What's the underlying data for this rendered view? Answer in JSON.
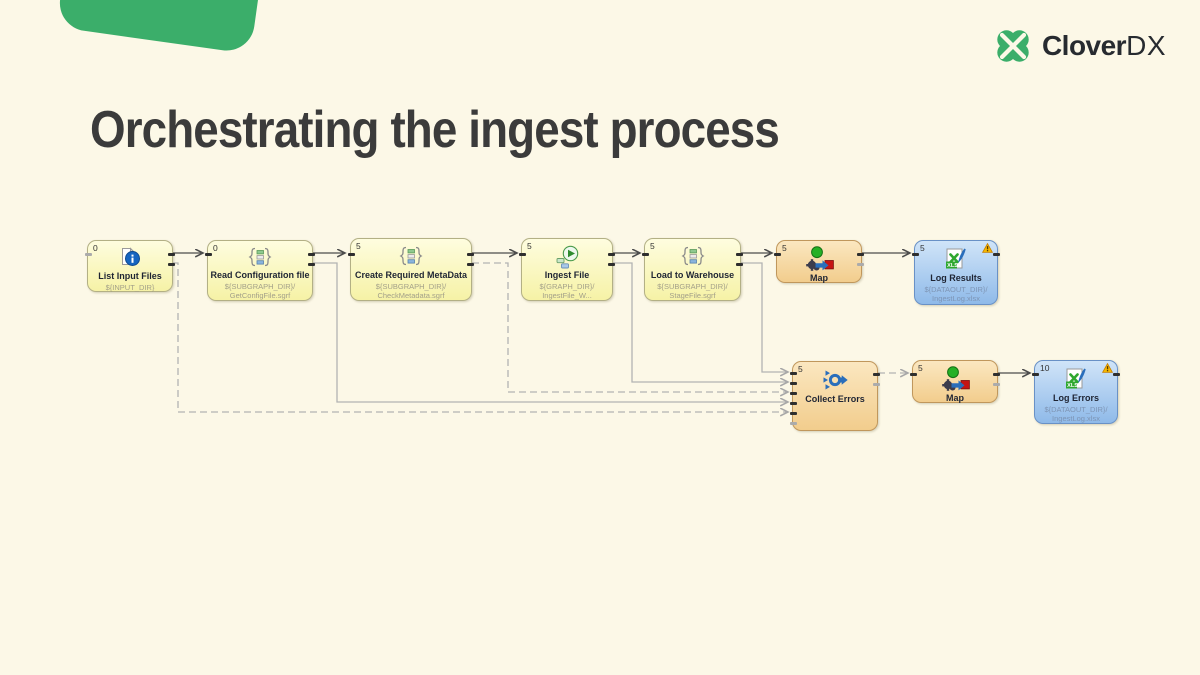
{
  "slide": {
    "title": "Orchestrating the ingest process"
  },
  "brand": {
    "name_bold": "Clover",
    "name_light": "DX"
  },
  "colors": {
    "background": "#FCF8E7",
    "accent_green": "#3BAE6A",
    "node_yellow": "#F6F2A6",
    "node_orange": "#F2CD8D",
    "node_blue": "#8FBAE9",
    "edge_dark": "#4D4D4D",
    "edge_light": "#B3B3B3",
    "title_text": "#3B3B3B"
  },
  "diagram": {
    "nodes": [
      {
        "id": "list-input-files",
        "badge": "0",
        "label": "List Input Files",
        "path_lines": [
          "${INPUT_DIR}"
        ],
        "icon": "file-info-icon",
        "type": "yellow",
        "warning": false
      },
      {
        "id": "read-configuration-file",
        "badge": "0",
        "label": "Read Configuration file",
        "path_lines": [
          "${SUBGRAPH_DIR}/",
          "GetConfigFile.sgrf"
        ],
        "icon": "subgraph-icon",
        "type": "yellow",
        "warning": false
      },
      {
        "id": "create-required-metadata",
        "badge": "5",
        "label": "Create Required MetaData",
        "path_lines": [
          "${SUBGRAPH_DIR}/",
          "CheckMetadata.sgrf"
        ],
        "icon": "subgraph-icon",
        "type": "yellow",
        "warning": false
      },
      {
        "id": "ingest-file",
        "badge": "5",
        "label": "Ingest File",
        "path_lines": [
          "${GRAPH_DIR}/",
          "IngestFile_W..."
        ],
        "icon": "run-graph-icon",
        "type": "yellow",
        "warning": false
      },
      {
        "id": "load-to-warehouse",
        "badge": "5",
        "label": "Load to Warehouse",
        "path_lines": [
          "${SUBGRAPH_DIR}/",
          "StageFile.sgrf"
        ],
        "icon": "subgraph-icon",
        "type": "yellow",
        "warning": false
      },
      {
        "id": "map-results",
        "badge": "5",
        "label": "Map",
        "path_lines": [],
        "icon": "reformat-icon",
        "type": "orange",
        "warning": false
      },
      {
        "id": "log-results",
        "badge": "5",
        "label": "Log Results",
        "path_lines": [
          "${DATAOUT_DIR}/",
          "IngestLog.xlsx"
        ],
        "icon": "xls-writer-icon",
        "type": "blue",
        "warning": true
      },
      {
        "id": "collect-errors",
        "badge": "5",
        "label": "Collect Errors",
        "path_lines": [],
        "icon": "gather-icon",
        "type": "orange",
        "warning": false
      },
      {
        "id": "map-errors",
        "badge": "5",
        "label": "Map",
        "path_lines": [],
        "icon": "reformat-icon",
        "type": "orange",
        "warning": false
      },
      {
        "id": "log-errors",
        "badge": "10",
        "label": "Log Errors",
        "path_lines": [
          "${DATAOUT_DIR}/",
          "IngestLog.xlsx"
        ],
        "icon": "xls-writer-icon",
        "type": "blue",
        "warning": true
      }
    ],
    "edges": [
      {
        "from": "list-input-files",
        "to": "read-configuration-file",
        "style": "solid",
        "tone": "dark"
      },
      {
        "from": "read-configuration-file",
        "to": "create-required-metadata",
        "style": "solid",
        "tone": "dark"
      },
      {
        "from": "create-required-metadata",
        "to": "ingest-file",
        "style": "solid",
        "tone": "dark"
      },
      {
        "from": "ingest-file",
        "to": "load-to-warehouse",
        "style": "solid",
        "tone": "dark"
      },
      {
        "from": "load-to-warehouse",
        "to": "map-results",
        "style": "solid",
        "tone": "dark"
      },
      {
        "from": "map-results",
        "to": "log-results",
        "style": "solid",
        "tone": "dark"
      },
      {
        "from": "map-errors",
        "to": "log-errors",
        "style": "solid",
        "tone": "dark"
      },
      {
        "from": "load-to-warehouse",
        "to": "collect-errors",
        "style": "solid",
        "tone": "light"
      },
      {
        "from": "ingest-file",
        "to": "collect-errors",
        "style": "solid",
        "tone": "light"
      },
      {
        "from": "create-required-metadata",
        "to": "collect-errors",
        "style": "dashed",
        "tone": "light"
      },
      {
        "from": "read-configuration-file",
        "to": "collect-errors",
        "style": "solid",
        "tone": "light"
      },
      {
        "from": "list-input-files",
        "to": "collect-errors",
        "style": "dashed",
        "tone": "light"
      },
      {
        "from": "collect-errors",
        "to": "map-errors",
        "style": "dashed",
        "tone": "light"
      }
    ]
  }
}
